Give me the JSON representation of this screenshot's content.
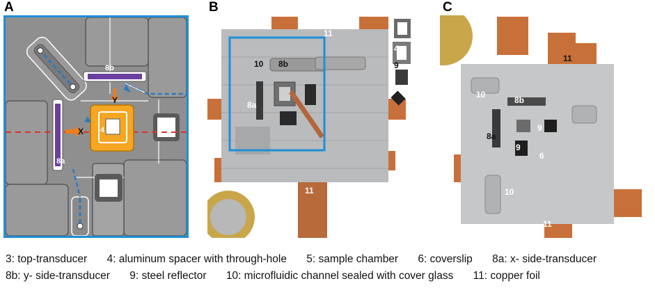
{
  "panels": {
    "a": {
      "letter": "A"
    },
    "b": {
      "letter": "B"
    },
    "c": {
      "letter": "C"
    }
  },
  "panel_a_labels": {
    "label_8b": "8b",
    "label_8a": "8a",
    "label_y": "Y",
    "label_x": "X",
    "label_4": "4"
  },
  "panel_b_labels": {
    "label_11_top": "11",
    "label_10": "10",
    "label_8b": "8b",
    "label_8a": "8a",
    "label_4": "4",
    "label_9": "9",
    "label_11_bottom": "11"
  },
  "panel_c_labels": {
    "label_11_top": "11",
    "label_10_top": "10",
    "label_8b": "8b",
    "label_9_upper": "9",
    "label_8a": "8a",
    "label_9_lower": "9",
    "label_6": "6",
    "label_10_bottom": "10",
    "label_11_bottom": "11"
  },
  "caption": {
    "line1": [
      "3: top-transducer",
      "4: aluminum spacer with through-hole",
      "5: sample chamber",
      "6: coverslip",
      "8a: x- side-transducer"
    ],
    "line2": [
      "8b: y- side-transducer",
      "9: steel reflector",
      "10: microfluidic channel sealed with cover glass",
      "11: copper foil"
    ]
  },
  "colors": {
    "frame_blue": "#1f8fd6",
    "transducer_purple": "#6a3fa0",
    "spacer_orange": "#f5a623",
    "arrow_orange": "#f07d1a",
    "axis_red": "#e0302a",
    "copper": "#c8703a",
    "aluminum": "#b9bbbd"
  }
}
